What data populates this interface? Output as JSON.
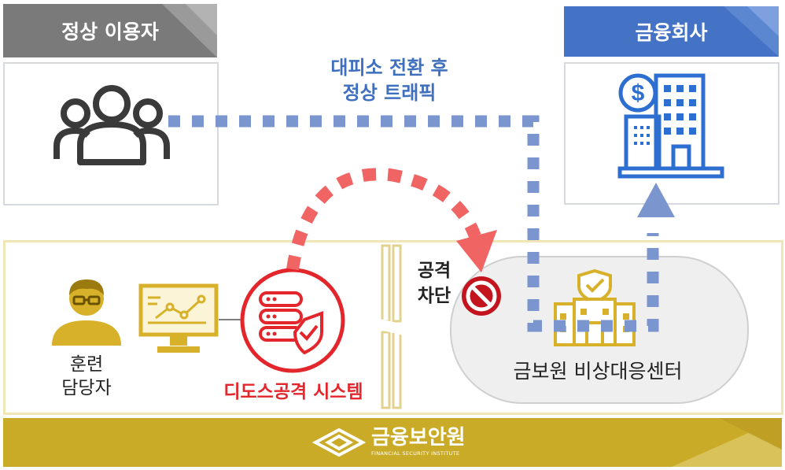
{
  "user_group": {
    "header": "정상 이용자"
  },
  "finance_company": {
    "header": "금융회사"
  },
  "traffic_label": {
    "line1": "대피소 전환 후",
    "line2": "정상 트래픽"
  },
  "block_label": {
    "line1": "공격",
    "line2": "차단"
  },
  "trainer_label": {
    "line1": "훈련",
    "line2": "담당자"
  },
  "ddos_system_label": "디도스공격 시스템",
  "emergency_center_label": "금보원 비상대응센터",
  "footer": {
    "org_name": "금융보안원",
    "org_name_en": "FINANCIAL SECURITY INSTITUTE"
  },
  "colors": {
    "gray_badge": "#7a7a7a",
    "blue_badge": "#4472c4",
    "traffic_blue": "#7b96cf",
    "attack_red": "#f06464",
    "system_red": "#e3262c",
    "gold": "#c9ab27",
    "gold_light": "#f0e6b8"
  }
}
